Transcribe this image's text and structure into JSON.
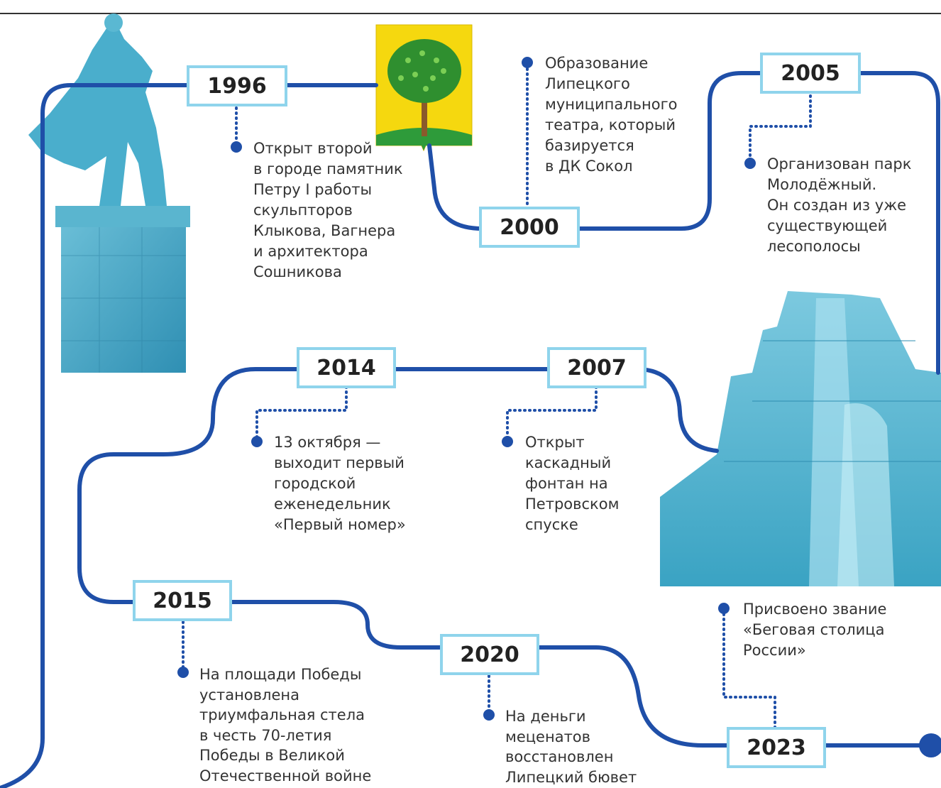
{
  "header": {
    "text": ""
  },
  "events": [
    {
      "year": "1996",
      "text": "Открыт второй\nв городе памятник\nПетру I работы\nскульпторов\nКлыкова, Вагнера\nи архитектора\nСошникова"
    },
    {
      "year": "2000",
      "text": "Образование\nЛипецкого\nмуниципального\nтеатра, который\nбазируется\nв ДК Сокол"
    },
    {
      "year": "2005",
      "text": "Организован парк\nМолодёжный.\nОн создан из уже\nсуществующей\nлесополосы"
    },
    {
      "year": "2007",
      "text": "Открыт\nкаскадный\nфонтан на\nПетровском\nспуске"
    },
    {
      "year": "2014",
      "text": "13 октября —\nвыходит первый\nгородской\nеженедельник\n«Первый номер»"
    },
    {
      "year": "2015",
      "text": "На площади Победы\nустановлена\nтриумфальная стела\nв честь 70-летия\nПобеды в Великой\nОтечественной войне"
    },
    {
      "year": "2020",
      "text": "На деньги\nмеценатов\nвосстановлен\nЛипецкий бювет"
    },
    {
      "year": "2023",
      "text": "Присвоено звание\n«Беговая столица\nРоссии»"
    }
  ],
  "colors": {
    "line": "#1f4fa8",
    "box_border": "#8fd4ec",
    "dot": "#1f4fa8",
    "photo": "#4fb3cf"
  },
  "images": {
    "statue": "statue-photo",
    "coat_of_arms": "coat-of-arms",
    "fountain": "fountain-photo"
  }
}
